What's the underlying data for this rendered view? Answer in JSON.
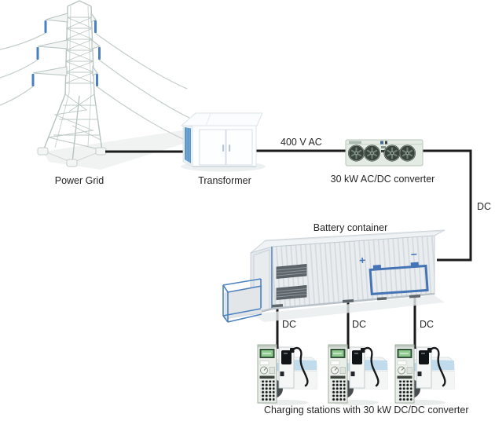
{
  "diagram": {
    "background_color": "#ffffff",
    "connection_line_color": "#1b1b1b",
    "label_color": "#262626",
    "nodes": {
      "power_grid": {
        "label": "Power Grid",
        "icon": "transmission-tower-icon",
        "insulator_color": "#4a7fc1",
        "structure_color": "#b8c4c2"
      },
      "transformer": {
        "label": "Transformer",
        "icon": "transformer-cabinet-icon",
        "side_panel_color": "#5b96c8"
      },
      "ac_dc_converter": {
        "label": "30 kW AC/DC converter",
        "icon": "converter-fan-unit-icon",
        "fan_count": 4,
        "body_color": "#e3ebe4"
      },
      "battery_container": {
        "label": "Battery container",
        "icon": "battery-container-icon",
        "battery_plus_sign": "+",
        "battery_minus_sign": "−",
        "battery_symbol_color": "#4574b5"
      },
      "charging_stations": {
        "caption": "Charging stations with 30 kW DC/DC converter",
        "icon": "ev-charging-station-icon",
        "count": 3,
        "display_color": "#8fca8f",
        "car_window_color": "#c0dcec"
      }
    },
    "edges": {
      "transformer_to_converter": {
        "label": "400 V AC"
      },
      "converter_to_battery": {
        "label": "DC"
      },
      "battery_to_station_1": {
        "label": "DC"
      },
      "battery_to_station_2": {
        "label": "DC"
      },
      "battery_to_station_3": {
        "label": "DC"
      }
    }
  }
}
